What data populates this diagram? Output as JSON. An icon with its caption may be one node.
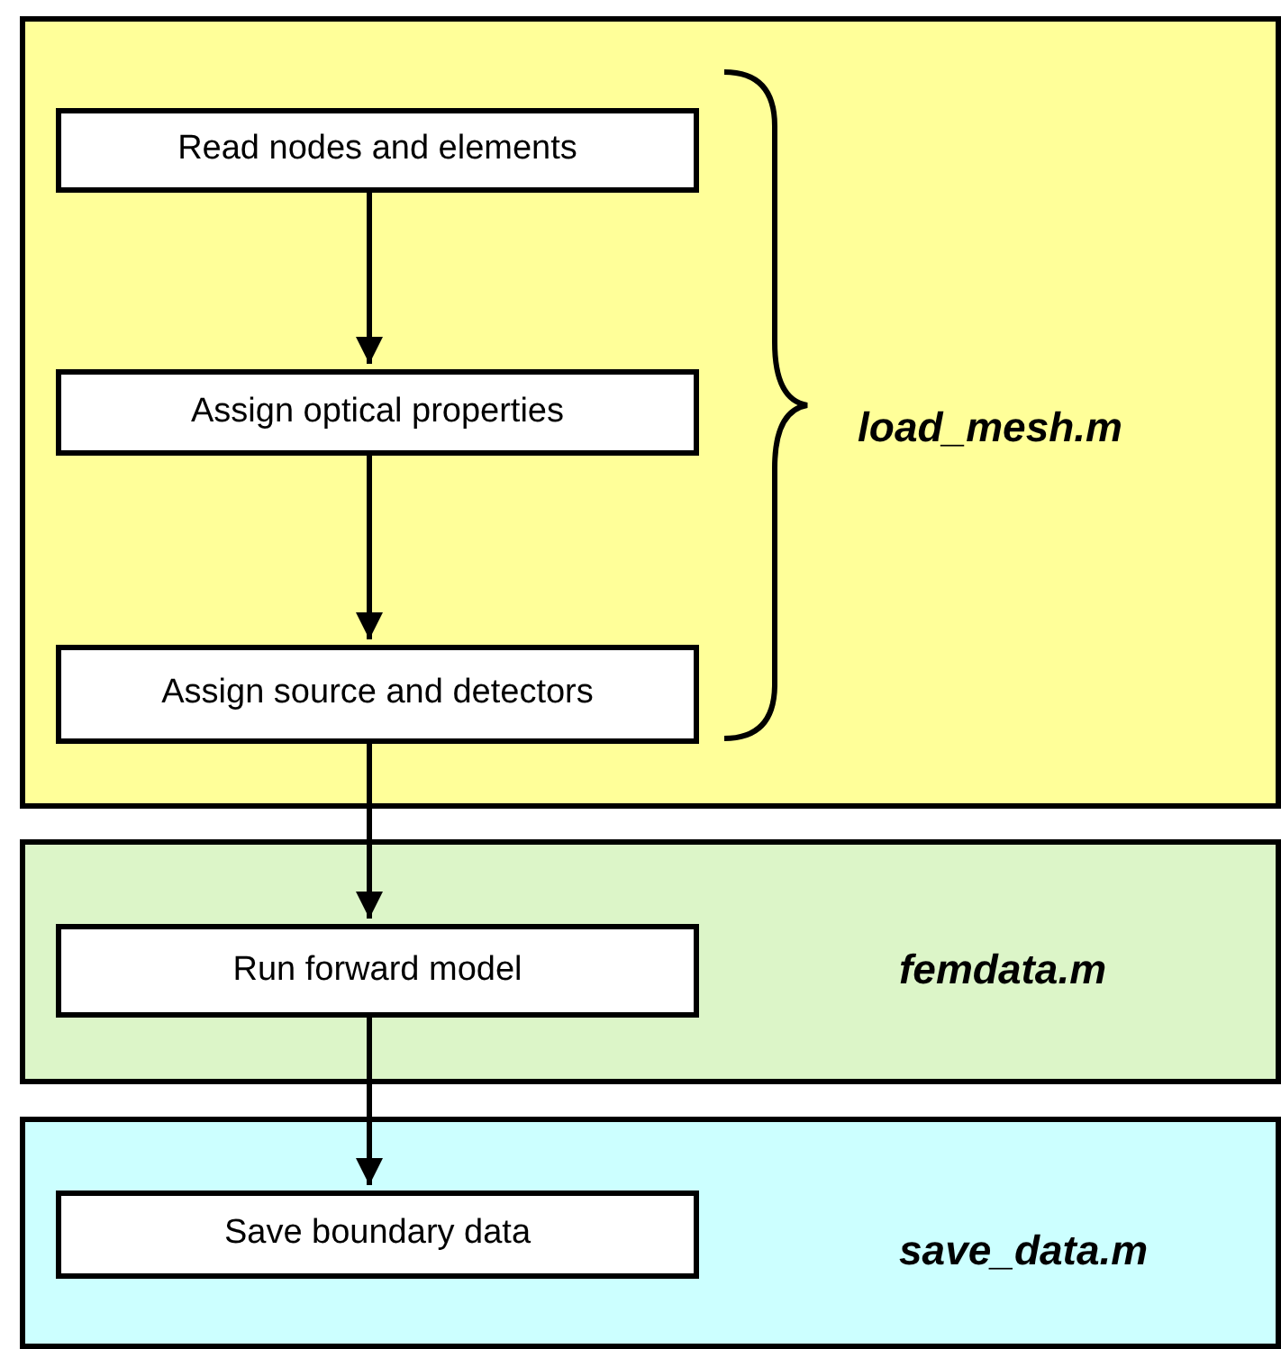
{
  "diagram": {
    "nodes": [
      {
        "text": [
          "load_mesh.m"
        ]
      },
      {
        "text": [
          "Read nodes and elements"
        ],
        "in": 0
      },
      {
        "text": [
          "Assign optical properties"
        ],
        "in": 0
      },
      {
        "text": [
          "Assign source and detectors"
        ],
        "in": 0
      },
      {
        "text": [
          "femdata.m"
        ]
      },
      {
        "text": [
          "Run forward model"
        ],
        "in": 4
      },
      {
        "text": [
          "save_data.m"
        ]
      },
      {
        "text": [
          "Save boundary data"
        ],
        "in": 6
      }
    ],
    "edges": [
      {
        "from": 1,
        "to": 2,
        "arrow": "to"
      },
      {
        "from": 2,
        "to": 3,
        "arrow": "to"
      },
      {
        "from": 3,
        "to": 5,
        "arrow": "to"
      },
      {
        "from": 5,
        "to": 7,
        "arrow": "to"
      }
    ]
  }
}
